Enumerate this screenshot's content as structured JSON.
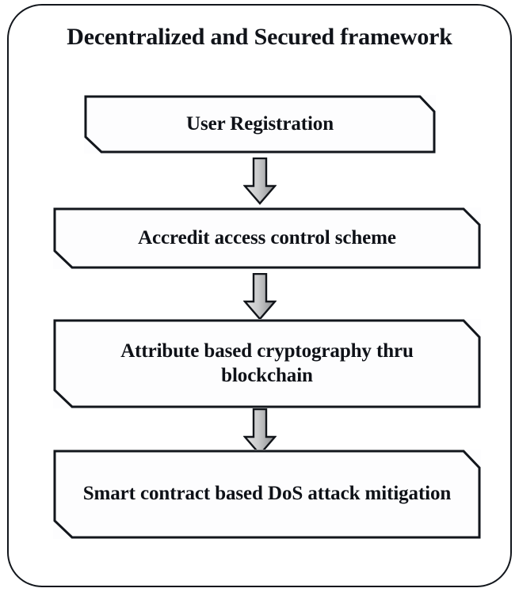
{
  "figure": {
    "name": "decentralized-secured-framework-flowchart",
    "title": "Decentralized and Secured framework",
    "background_color": "#ffffff",
    "outline_color": "#12161c",
    "text_color": "#0e1117",
    "arrow_fill_light": "#dcdcdc",
    "arrow_fill_dark": "#8e9092",
    "arrow_outline": "#111419"
  },
  "steps": [
    {
      "index": 1,
      "label": "User Registration",
      "shape": "chamfered-rectangle"
    },
    {
      "index": 2,
      "label": "Accredit access control scheme",
      "shape": "chamfered-rectangle"
    },
    {
      "index": 3,
      "label": "Attribute based cryptography thru blockchain",
      "shape": "chamfered-rectangle"
    },
    {
      "index": 4,
      "label": "Smart contract based DoS attack mitigation",
      "shape": "chamfered-rectangle"
    }
  ],
  "connectors": [
    {
      "index": 1,
      "from": "User Registration",
      "to": "Accredit access control scheme",
      "direction": "down"
    },
    {
      "index": 2,
      "from": "Accredit access control scheme",
      "to": "Attribute based cryptography thru blockchain",
      "direction": "down"
    },
    {
      "index": 3,
      "from": "Attribute based cryptography thru blockchain",
      "to": "Smart contract based DoS attack mitigation",
      "direction": "down"
    }
  ]
}
